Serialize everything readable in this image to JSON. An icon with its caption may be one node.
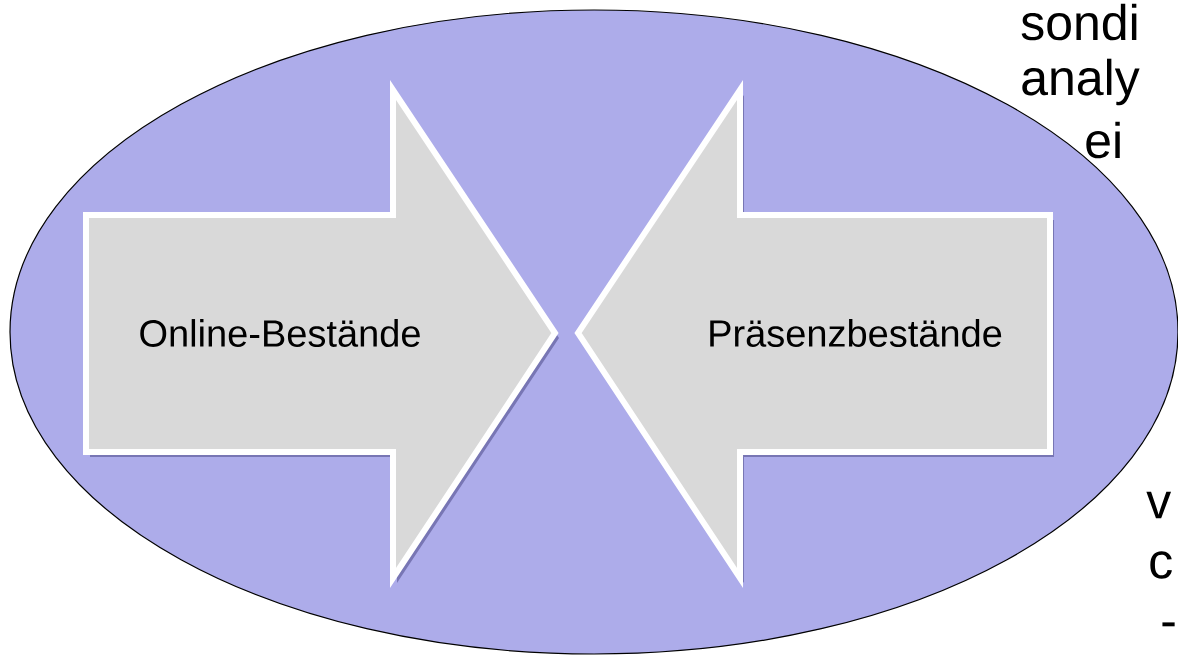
{
  "diagram": {
    "nodes": [
      {
        "text": [],
        "shape": "ellipse"
      },
      {
        "text": [
          "Online-Bestände"
        ],
        "in": 0
      },
      {
        "text": [
          "Präsenzbestände"
        ],
        "in": 0
      }
    ],
    "labels": [
      "sondi",
      "analy",
      "ei",
      "v",
      "c",
      "-"
    ]
  }
}
